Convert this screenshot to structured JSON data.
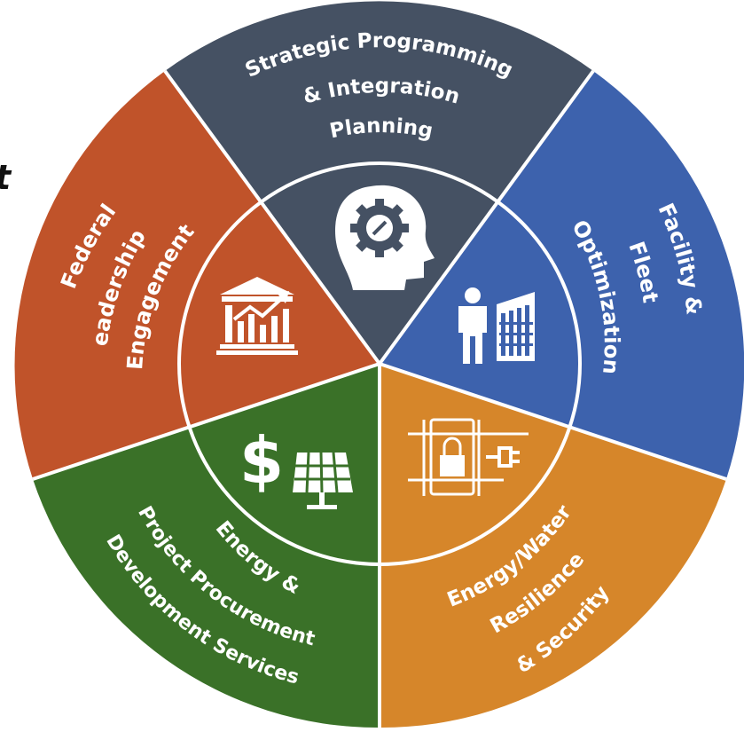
{
  "colors": {
    "planning": "#455163",
    "facility": "#3d62ad",
    "resilience": "#d6862a",
    "procurement": "#3a7128",
    "leadership": "#c0532a",
    "divider": "#ffffff",
    "page_text": "#111111"
  },
  "cutoff_text": "t",
  "segments": [
    {
      "id": "planning",
      "lines": [
        "Strategic Programming",
        "& Integration",
        "Planning"
      ],
      "icon": "head-gear-compass-icon"
    },
    {
      "id": "facility",
      "lines": [
        "Facility &",
        "Fleet",
        "Optimization"
      ],
      "icon": "person-building-icon"
    },
    {
      "id": "resilience",
      "lines": [
        "Energy/Water",
        "Resilience",
        "& Security"
      ],
      "icon": "lock-plug-grid-icon"
    },
    {
      "id": "procurement",
      "lines": [
        "Energy &",
        "Project Procurement",
        "Development Services"
      ],
      "icon": "dollar-solar-panel-icon"
    },
    {
      "id": "leadership",
      "lines": [
        "Federal",
        "Leadership &",
        "Engagement"
      ],
      "icon": "bank-growth-chart-icon"
    }
  ]
}
